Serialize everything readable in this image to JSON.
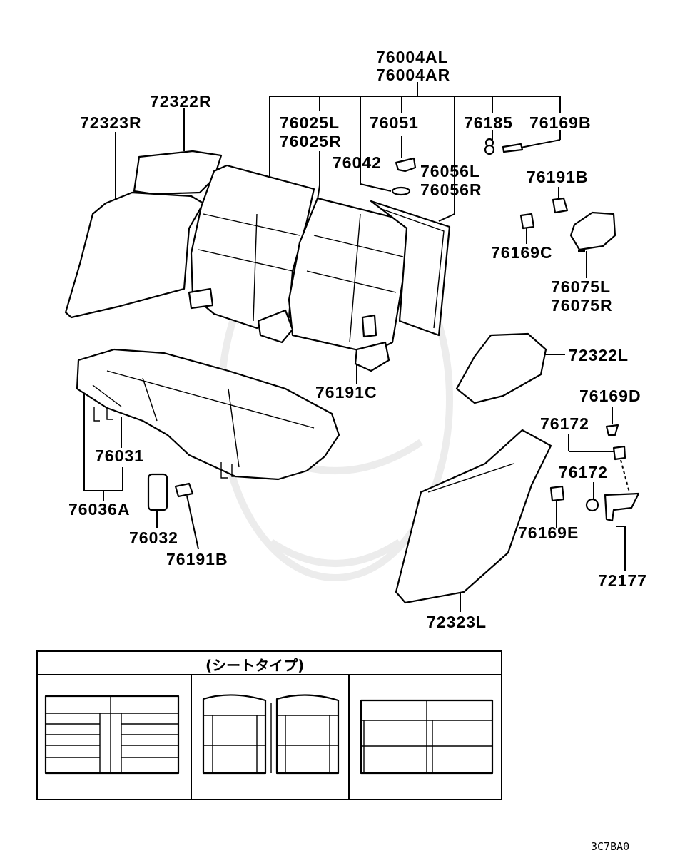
{
  "labels": {
    "p76004AL": "76004AL",
    "p76004AR": "76004AR",
    "p72322R": "72322R",
    "p72323R": "72323R",
    "p76025L": "76025L",
    "p76025R": "76025R",
    "p76051": "76051",
    "p76185": "76185",
    "p76169B": "76169B",
    "p76042": "76042",
    "p76056L": "76056L",
    "p76056R": "76056R",
    "p76191B_top": "76191B",
    "p76169C": "76169C",
    "p76075L": "76075L",
    "p76075R": "76075R",
    "p72322L": "72322L",
    "p76191C": "76191C",
    "p76169D": "76169D",
    "p76172_a": "76172",
    "p76172_b": "76172",
    "p76169E": "76169E",
    "p72177": "72177",
    "p72323L": "72323L",
    "p76031": "76031",
    "p76036A": "76036A",
    "p76032": "76032",
    "p76191B_bottom": "76191B"
  },
  "seat_type_table": {
    "title": "(シートタイプ)"
  },
  "diagram_code": "3C7BA0"
}
